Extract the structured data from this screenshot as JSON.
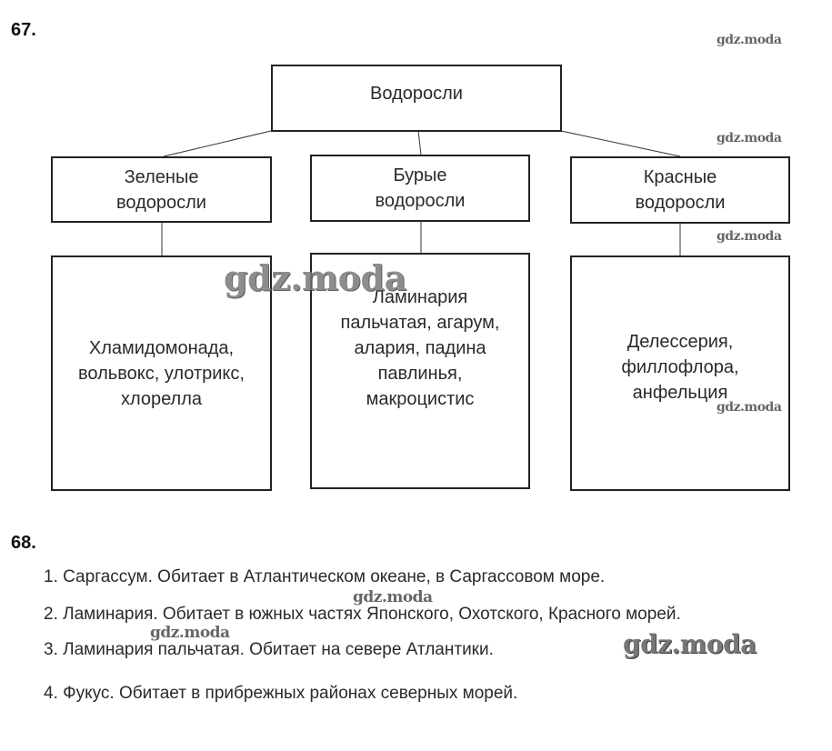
{
  "task67": {
    "number": "67.",
    "root": "Водоросли",
    "groups": [
      {
        "title": "Зеленые\nводоросли",
        "examples": "Хламидомонада,\nвольвокс, улотрикс,\nхлорелла"
      },
      {
        "title": "Бурые\nводоросли",
        "examples": "Ламинария\nпальчатая, агарум,\nалария, падина\nпавлинья,\nмакроцистис"
      },
      {
        "title": "Красные\nводоросли",
        "examples": "Делессерия,\nфиллофлора,\nанфельция"
      }
    ]
  },
  "task68": {
    "number": "68.",
    "items": [
      "1. Саргассум. Обитает в Атлантическом океане, в Саргассовом море.",
      "2. Ламинария. Обитает в южных частях Японского, Охотского, Красного морей.",
      "3. Ламинария пальчатая. Обитает на севере Атлантики.",
      "4. Фукус. Обитает в прибрежных районах северных морей."
    ]
  },
  "watermark": "gdz.moda"
}
